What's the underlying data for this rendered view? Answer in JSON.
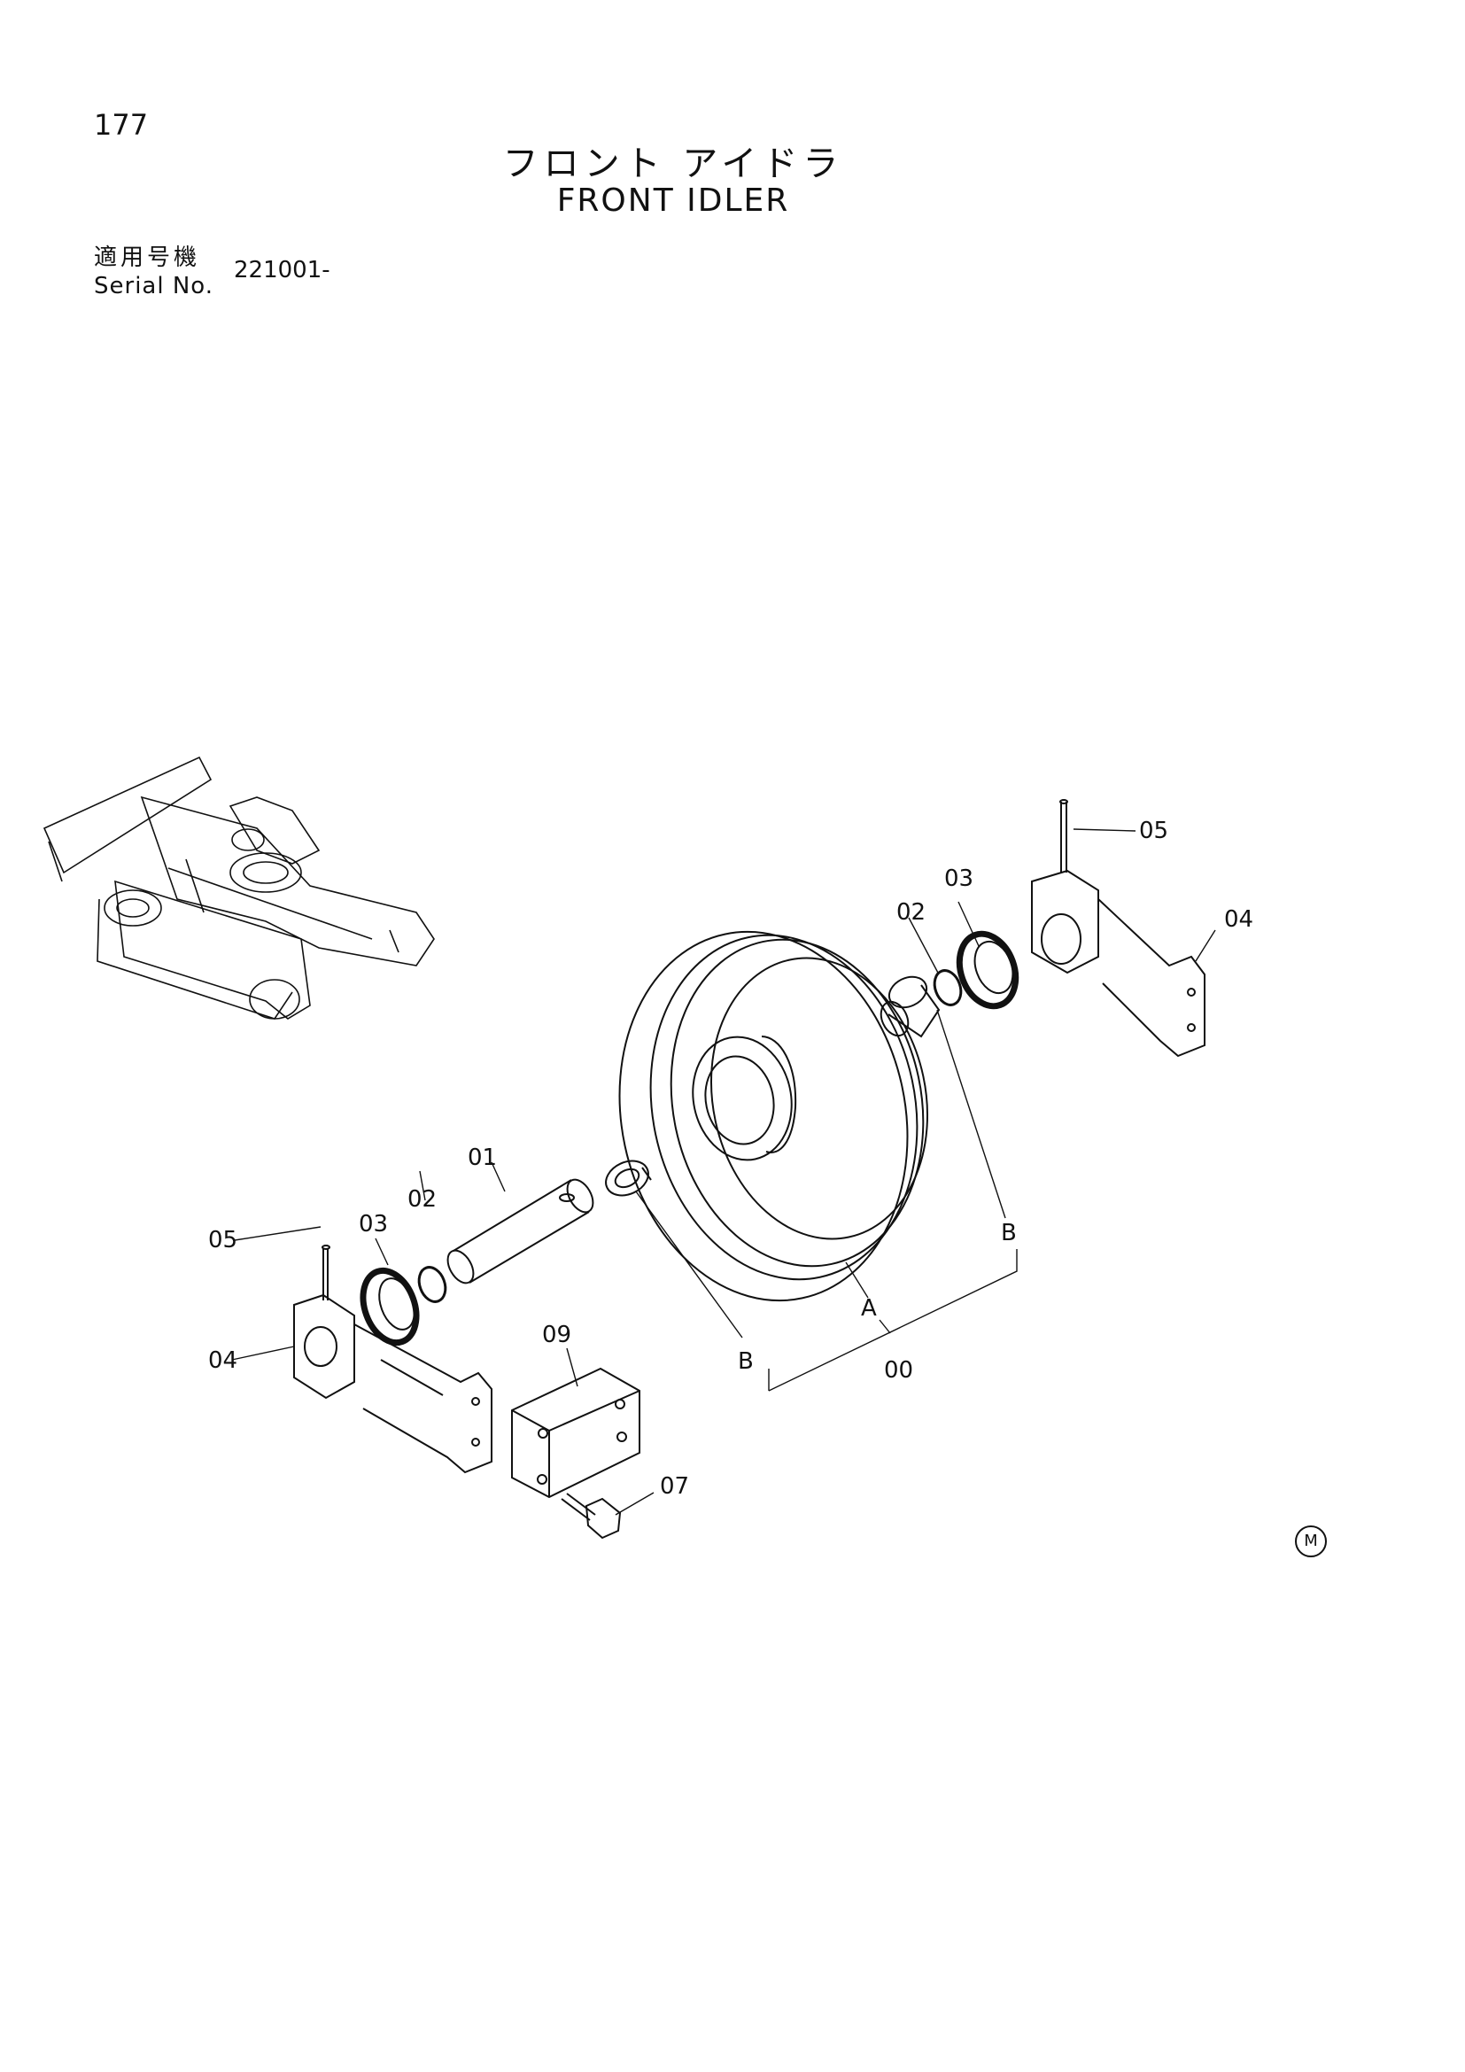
{
  "header": {
    "page_number": "177",
    "title_jp": "フロント アイドラ",
    "title_en": "FRONT IDLER",
    "serial_label_jp": "適用号機",
    "serial_label_en": "Serial No.",
    "serial_value": "221001-"
  },
  "callouts": {
    "c00": "00",
    "c01": "01",
    "c02_left": "02",
    "c02_right": "02",
    "c03_left": "03",
    "c03_right": "03",
    "c04_left": "04",
    "c04_right": "04",
    "c05_left": "05",
    "c05_right": "05",
    "c07": "07",
    "c09": "09",
    "letter_a": "A",
    "letter_b_left": "B",
    "letter_b_right": "B"
  },
  "footer": {
    "mark": "M"
  },
  "colors": {
    "ink": "#111111",
    "paper": "#ffffff"
  }
}
